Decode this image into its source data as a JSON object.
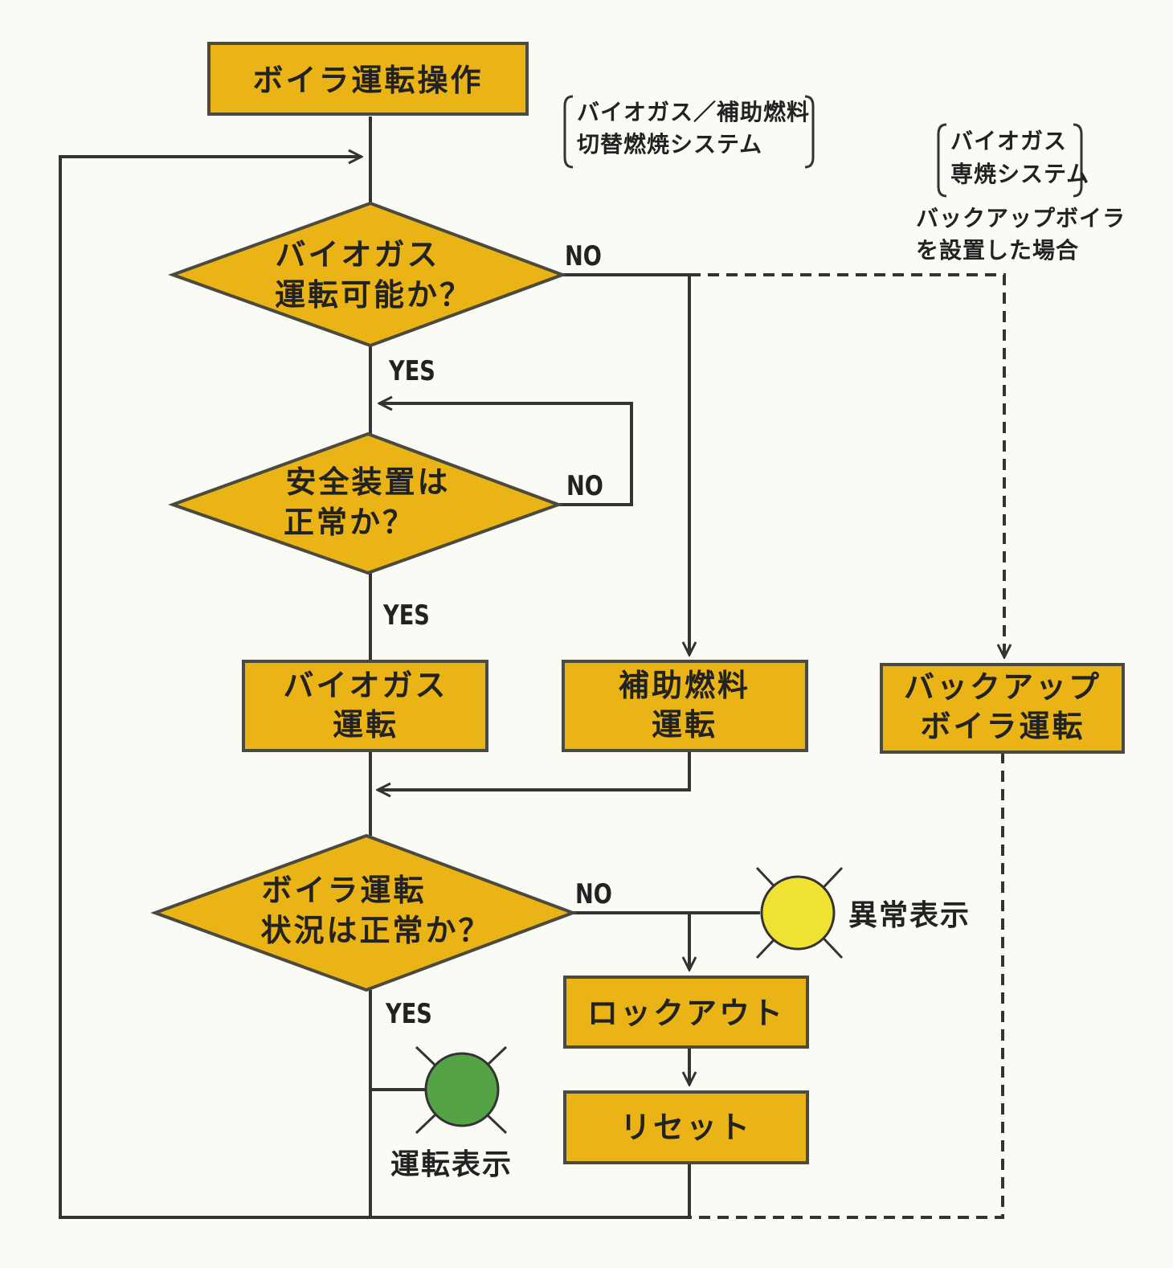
{
  "diagram": {
    "colors": {
      "box_fill": "#eab416",
      "box_stroke": "#4a4a3e",
      "line": "#333333",
      "lamp_abnormal": "#f0e233",
      "lamp_running": "#54a447"
    },
    "nodes": {
      "start": "ボイラ運転操作",
      "decision_biogas_line1": "バイオガス",
      "decision_biogas_line2": "運転可能か？",
      "decision_safety_line1": "安全装置は",
      "decision_safety_line2": "正常か？",
      "biogas_run_line1": "バイオガス",
      "biogas_run_line2": "運転",
      "aux_fuel_line1": "補助燃料",
      "aux_fuel_line2": "運転",
      "backup_line1": "バックアップ",
      "backup_line2": "ボイラ運転",
      "decision_status_line1": "ボイラ運転",
      "decision_status_line2": "状況は正常か？",
      "lockout": "ロックアウト",
      "reset": "リセット"
    },
    "labels": {
      "no_1": "NO",
      "no_2": "NO",
      "no_3": "NO",
      "yes_1": "YES",
      "yes_2": "YES",
      "yes_3": "YES"
    },
    "notes": {
      "switch_system_line1": "バイオガス／補助燃料",
      "switch_system_line2": "切替燃焼システム",
      "dedicated_system_line1": "バイオガス",
      "dedicated_system_line2": "専焼システム",
      "backup_condition_line1": "バックアップボイラ",
      "backup_condition_line2": "を設置した場合"
    },
    "lamps": {
      "abnormal": "異常表示",
      "running": "運転表示"
    }
  }
}
